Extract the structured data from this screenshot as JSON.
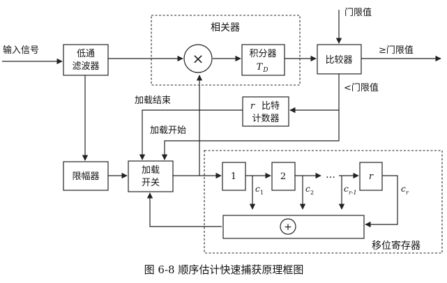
{
  "diagram": {
    "caption": "图 6-8 顺序估计快速捕获原理框图",
    "correlator_group_label": "相关器",
    "shift_register_group_label": "移位寄存器",
    "input_label": "输入信号",
    "threshold_label": "门限值",
    "above_threshold_label": "≥门限值",
    "below_threshold_label": "<门限值",
    "load_end_label": "加载结束",
    "load_start_label": "加载开始",
    "blocks": {
      "lpf": [
        "低通",
        "滤波器"
      ],
      "multiplier": "×",
      "integrator": "积分器",
      "integrator_sub": "T",
      "integrator_sub_index": "D",
      "comparator": "比较器",
      "counter_r": "r",
      "counter_line1": "比特",
      "counter_line2": "计数器",
      "limiter": "限幅器",
      "load_switch": [
        "加载",
        "开关"
      ],
      "reg1": "1",
      "reg2": "2",
      "reg_dots": "…",
      "regr": "r",
      "adder": "+"
    },
    "taps": {
      "c1": "c",
      "c1_idx": "1",
      "c2": "c",
      "c2_idx": "2",
      "cr1": "c",
      "cr1_idx": "r-1",
      "cr": "c",
      "cr_idx": "r"
    }
  }
}
